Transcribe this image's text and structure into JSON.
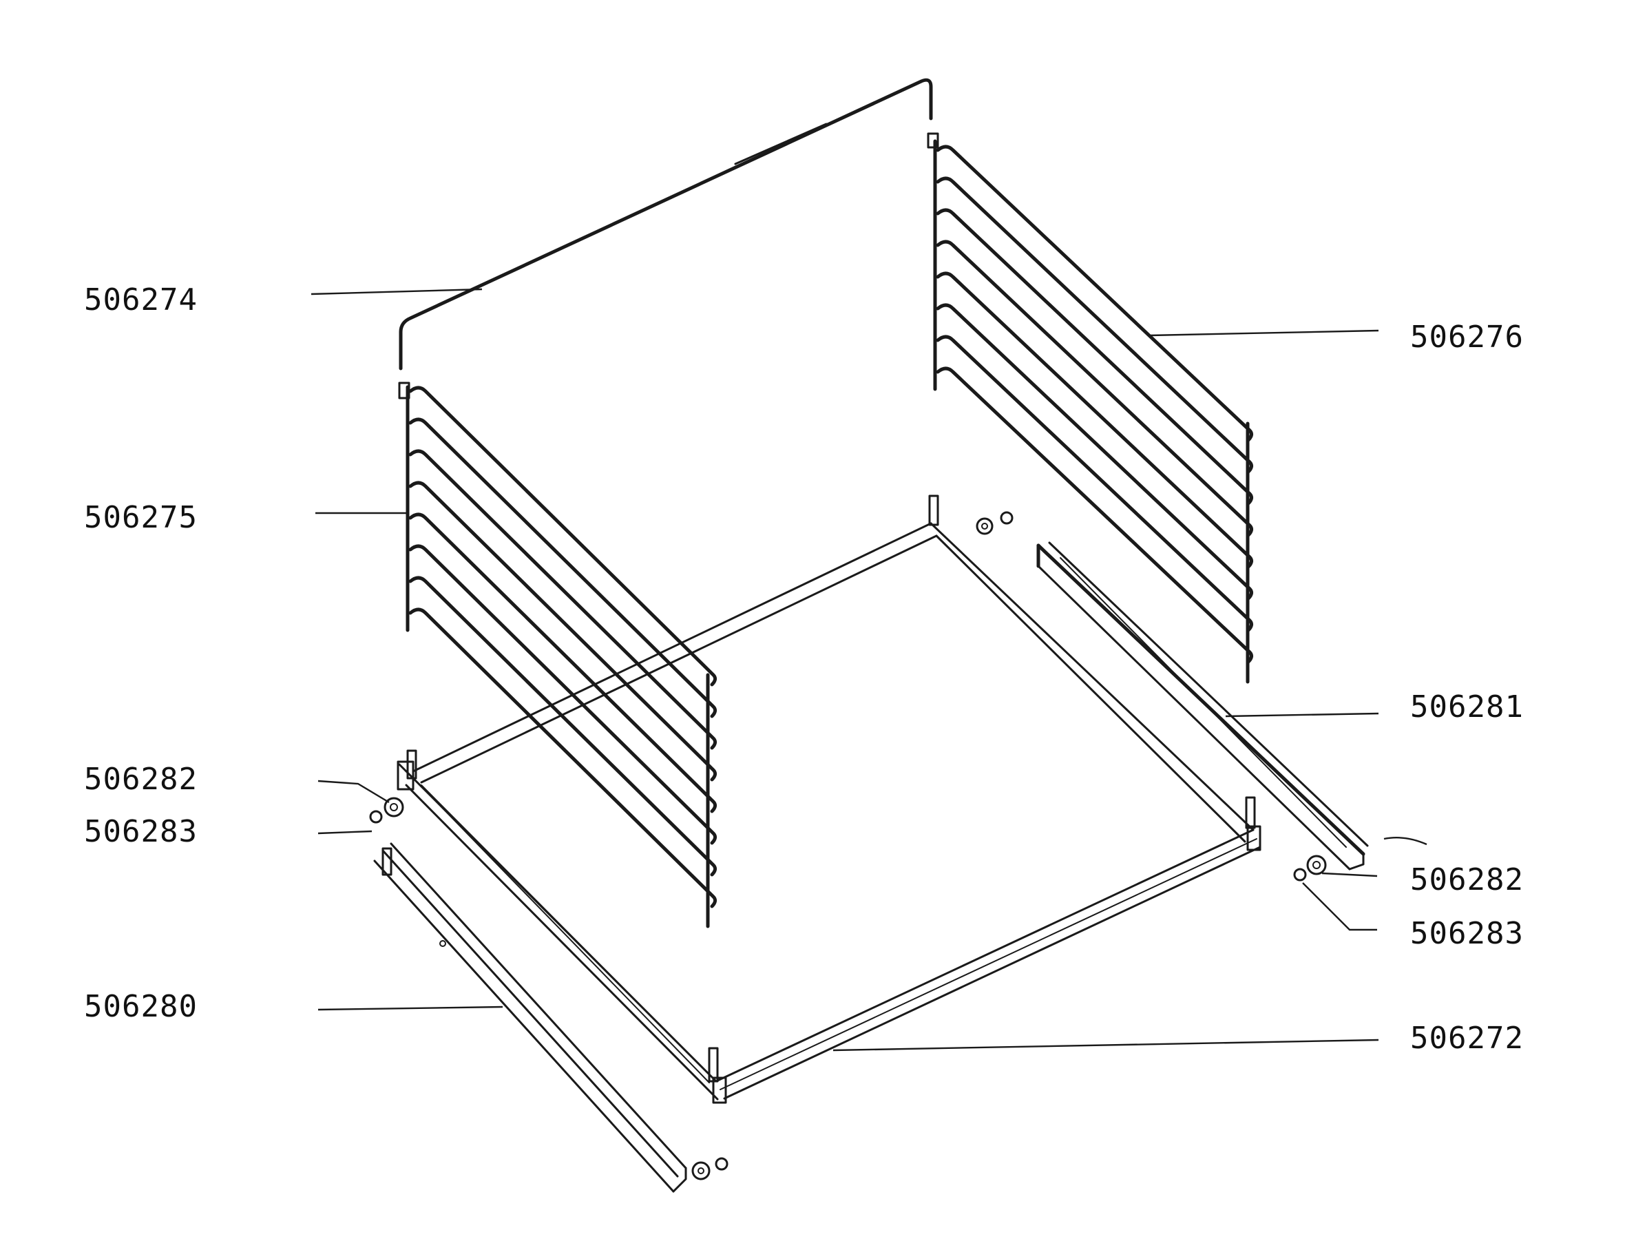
{
  "diagram": {
    "callouts": [
      {
        "id": "frame_top_rail",
        "part_number": "506274"
      },
      {
        "id": "left_shelf_guide",
        "part_number": "506275"
      },
      {
        "id": "right_shelf_guide",
        "part_number": "506276"
      },
      {
        "id": "right_runner",
        "part_number": "506281"
      },
      {
        "id": "left_washer",
        "part_number": "506282"
      },
      {
        "id": "left_nut",
        "part_number": "506283"
      },
      {
        "id": "right_washer",
        "part_number": "506282"
      },
      {
        "id": "right_nut",
        "part_number": "506283"
      },
      {
        "id": "left_runner",
        "part_number": "506280"
      },
      {
        "id": "base_frame",
        "part_number": "506272"
      }
    ]
  }
}
